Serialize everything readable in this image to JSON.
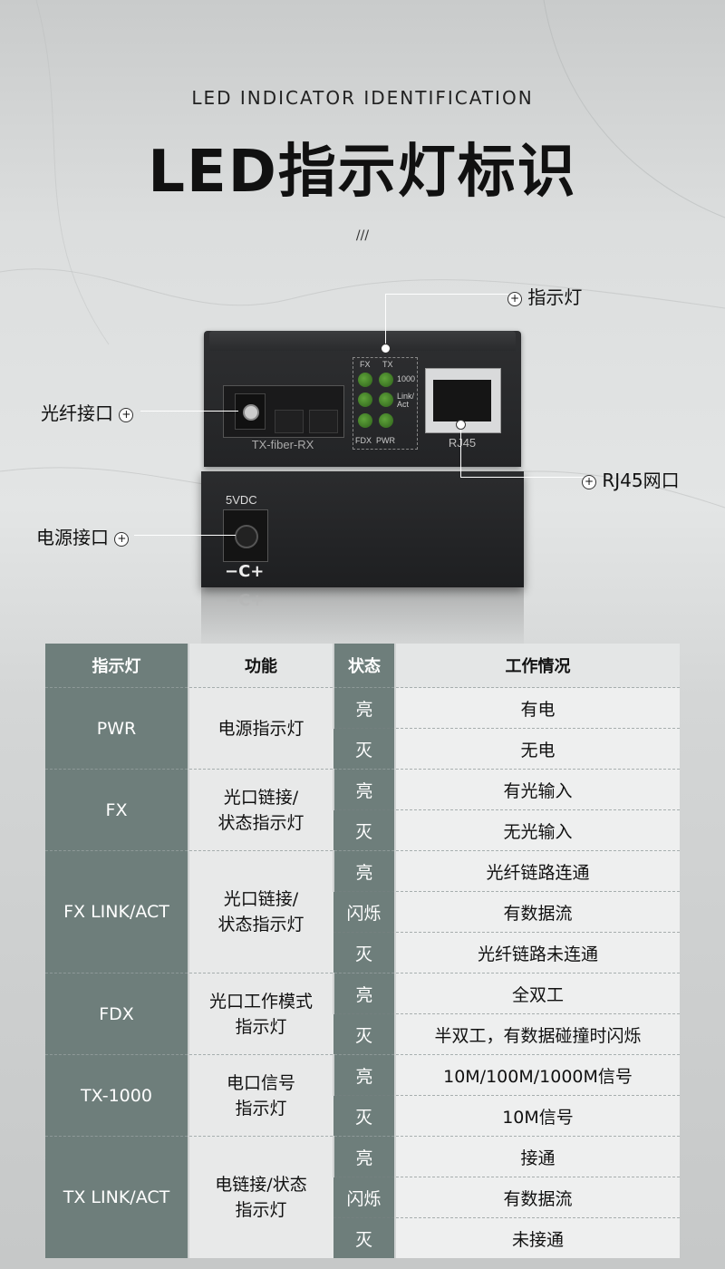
{
  "header": {
    "subtitle": "LED INDICATOR IDENTIFICATION",
    "title": "LED指示灯标识",
    "decoration": "///"
  },
  "device": {
    "fiber_port_label": "TX-fiber-RX",
    "led_labels": {
      "fx": "FX",
      "tx": "TX",
      "speed": "1000",
      "link_act": "Link/ Act",
      "fdx": "FDX",
      "pwr": "PWR"
    },
    "rj45_label": "RJ45",
    "dc_label": "5VDC",
    "dc_symbol": "−C+"
  },
  "callouts": {
    "indicator": "指示灯",
    "fiber": "光纤接口",
    "rj45": "RJ45网口",
    "power": "电源接口"
  },
  "table": {
    "headers": [
      "指示灯",
      "功能",
      "状态",
      "工作情况"
    ],
    "groups": [
      {
        "indicator": "PWR",
        "function": "电源指示灯",
        "rows": [
          {
            "state": "亮",
            "desc": "有电"
          },
          {
            "state": "灭",
            "desc": "无电"
          }
        ]
      },
      {
        "indicator": "FX",
        "function": "光口链接/ 状态指示灯",
        "rows": [
          {
            "state": "亮",
            "desc": "有光输入"
          },
          {
            "state": "灭",
            "desc": "无光输入"
          }
        ]
      },
      {
        "indicator": "FX LINK/ACT",
        "function": "光口链接/ 状态指示灯",
        "rows": [
          {
            "state": "亮",
            "desc": "光纤链路连通"
          },
          {
            "state": "闪烁",
            "desc": "有数据流"
          },
          {
            "state": "灭",
            "desc": "光纤链路未连通"
          }
        ]
      },
      {
        "indicator": "FDX",
        "function": "光口工作模式 指示灯",
        "rows": [
          {
            "state": "亮",
            "desc": "全双工"
          },
          {
            "state": "灭",
            "desc": "半双工，有数据碰撞时闪烁"
          }
        ]
      },
      {
        "indicator": "TX-1000",
        "function": "电口信号 指示灯",
        "rows": [
          {
            "state": "亮",
            "desc": "10M/100M/1000M信号"
          },
          {
            "state": "灭",
            "desc": "10M信号"
          }
        ]
      },
      {
        "indicator": "TX LINK/ACT",
        "function": "电链接/状态 指示灯",
        "rows": [
          {
            "state": "亮",
            "desc": "接通"
          },
          {
            "state": "闪烁",
            "desc": "有数据流"
          },
          {
            "state": "灭",
            "desc": "未接通"
          }
        ]
      }
    ]
  }
}
